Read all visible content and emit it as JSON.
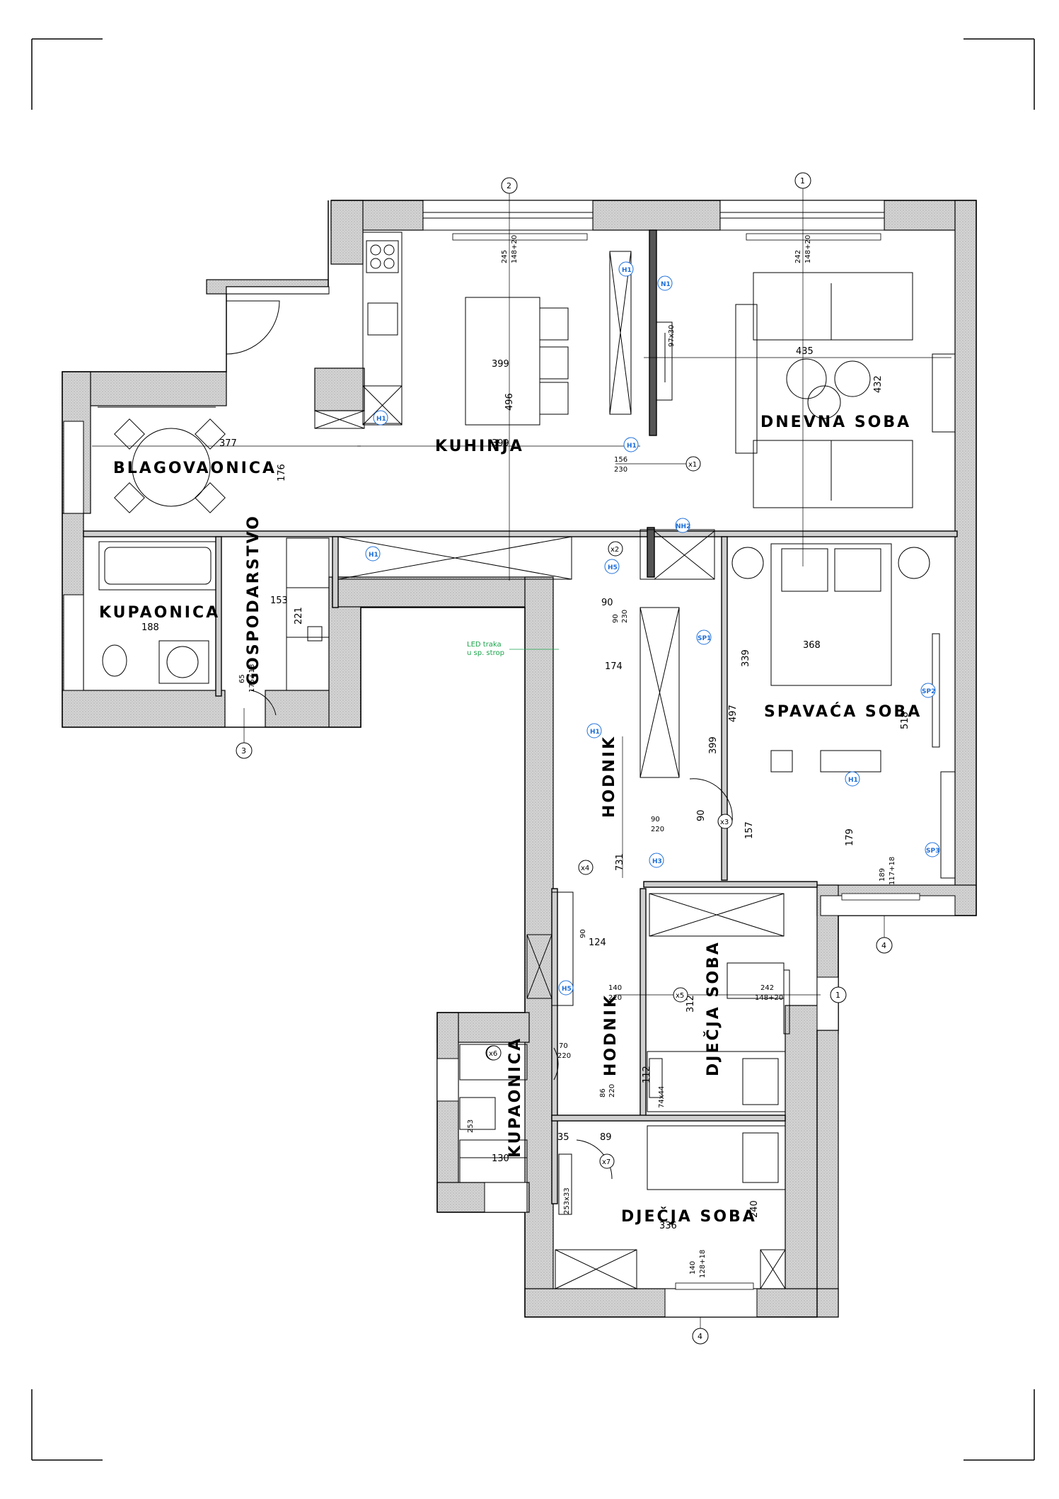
{
  "rooms": {
    "blagovaonica": "BLAGOVAONICA",
    "kuhinja": "KUHINJA",
    "dnevna_soba": "DNEVNA SOBA",
    "kupaonica_1": "KUPAONICA",
    "gospodarstvo": "GOSPODARSTVO",
    "hodnik_1": "HODNIK",
    "spavaca_soba": "SPAVAĆA SOBA",
    "hodnik_2": "HODNIK",
    "djecja_soba_1": "DJEČJA SOBA",
    "kupaonica_2": "KUPAONICA",
    "djecja_soba_2": "DJEČJA SOBA"
  },
  "dimensions": {
    "d245": "245",
    "d148_20_a": "148+20",
    "d242_a": "242",
    "d148_20_b": "148+20",
    "d435": "435",
    "d432": "432",
    "d399_a": "399",
    "d399_b": "399",
    "d496": "496",
    "d377": "377",
    "d176": "176",
    "d156": "156",
    "d230_a": "230",
    "d97x30": "97x30",
    "d153": "153",
    "d221": "221",
    "d188": "188",
    "d65": "65",
    "d175_18": "175+18",
    "d90_a": "90",
    "d90_230_a": "90",
    "d230_b": "230",
    "d174": "174",
    "d368": "368",
    "d339": "339",
    "d497": "497",
    "d518": "518",
    "d399_c": "399",
    "d90_b": "90",
    "d90_220_a": "90",
    "d220_a": "220",
    "d157": "157",
    "d179": "179",
    "d189": "189",
    "d117_18": "117+18",
    "d731": "731",
    "d90_c": "90",
    "d124": "124",
    "d140": "140",
    "d220_b": "220",
    "d312": "312",
    "d242_b": "242",
    "d148_20_c": "148+20",
    "d70": "70",
    "d220_c": "220",
    "d86": "86",
    "d220_d": "220",
    "d112": "112",
    "d74x44": "74x44",
    "d35": "35",
    "d89": "89",
    "d130": "130",
    "d253": "253",
    "d336": "336",
    "d240": "240",
    "d140_b": "140",
    "d128_18": "128+18",
    "d253x33": "253x33"
  },
  "grid_markers": {
    "g1_top": "1",
    "g2_top": "2",
    "g3": "3",
    "g4_right": "4",
    "g1_mid": "1",
    "g4_bottom": "4",
    "x1": "x1",
    "x2": "x2",
    "x3": "x3",
    "x4": "x4",
    "x5": "x5",
    "x6": "x6",
    "x7": "x7"
  },
  "tags": {
    "t_h1a": "H1",
    "t_n1": "N1",
    "t_h1b": "H1",
    "t_h1c": "H1",
    "t_h1d": "H1",
    "t_nh2": "NH2",
    "t_h5a": "H5",
    "t_sp1": "SP1",
    "t_h1e": "H1",
    "t_sp2": "SP2",
    "t_sp3": "SP3",
    "t_h1f": "H1",
    "t_h3": "H3",
    "t_h5b": "H5"
  },
  "note": {
    "led_line1": "LED traka",
    "led_line2": "u sp. strop"
  },
  "colors": {
    "wall": "#d9d9d9",
    "line": "#000000",
    "tag": "#1e6fd9",
    "led": "#1aa34a"
  }
}
